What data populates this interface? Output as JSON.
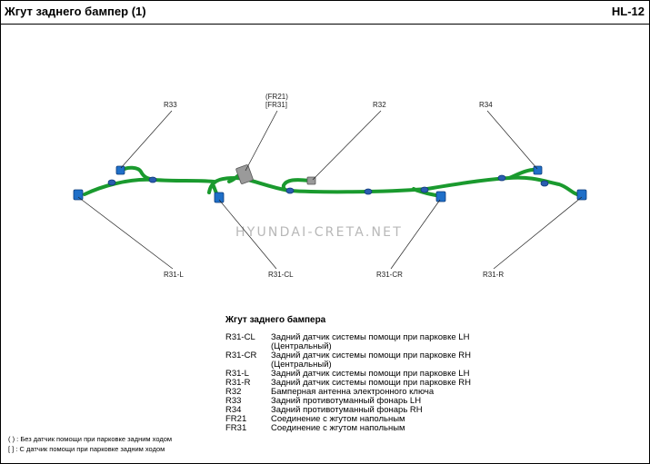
{
  "header": {
    "title": "Жгут заднего бампер (1)",
    "code": "HL-12"
  },
  "callouts": {
    "r33": "R33",
    "fr21": "(FR21)",
    "fr31": "[FR31]",
    "r32": "R32",
    "r34": "R34",
    "r31l": "R31-L",
    "r31cl": "R31-CL",
    "r31cr": "R31-CR",
    "r31r": "R31-R"
  },
  "watermark": "HYUNDAI-CRETA.NET",
  "legend": {
    "title": "Жгут заднего бампера",
    "rows": [
      {
        "code": "R31-CL",
        "desc": "Задний датчик системы помощи при парковке LH",
        "desc2": "(Центральный)"
      },
      {
        "code": "R31-CR",
        "desc": "Задний датчик системы помощи при парковке RH",
        "desc2": "(Центральный)"
      },
      {
        "code": "R31-L",
        "desc": "Задний датчик системы помощи при парковке LH"
      },
      {
        "code": "R31-R",
        "desc": "Задний датчик системы помощи при парковке RH"
      },
      {
        "code": "R32",
        "desc": "Бамперная антенна электронного ключа"
      },
      {
        "code": "R33",
        "desc": "Задний противотуманный фонарь LH"
      },
      {
        "code": "R34",
        "desc": "Задний противотуманный фонарь RH"
      },
      {
        "code": "FR21",
        "desc": "Соединение с жгутом напольным"
      },
      {
        "code": "FR31",
        "desc": "Соединение с жгутом напольным"
      }
    ]
  },
  "footnotes": {
    "round": "( ) : Без датчик помощи при парковке задним ходом",
    "square": "[ ] : С датчик помощи при парковке задним ходом"
  },
  "colors": {
    "harness": "#1a9a2e",
    "connector": "#1f6fc8",
    "clip": "#2a5db0"
  }
}
